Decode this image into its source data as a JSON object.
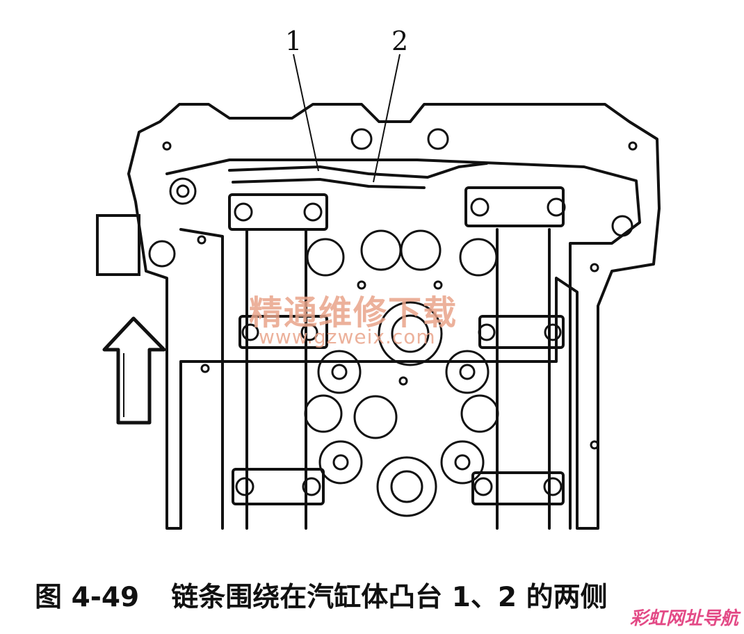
{
  "figure": {
    "callouts": [
      "1",
      "2"
    ],
    "caption_number": "图 4-49",
    "caption_text": "链条围绕在汽缸体凸台 1、2 的两侧"
  },
  "watermark": {
    "site_name": "精通维修下载",
    "site_url": "www.gzweix.com"
  },
  "corner_logo": {
    "text": "彩虹网址导航",
    "color": "#e34a86"
  },
  "colors": {
    "ink": "#111111",
    "watermark": "#e9a48a"
  }
}
